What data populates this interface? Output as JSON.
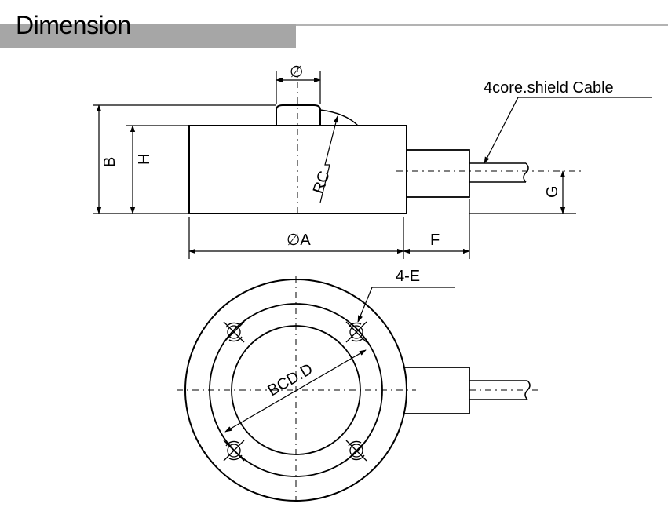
{
  "header": {
    "title": "Dimension",
    "bar_color": "#a6a6a6"
  },
  "labels": {
    "phi_top": "∅",
    "cable": "4core.shield Cable",
    "b": "B",
    "h": "H",
    "rc": "RC",
    "g": "G",
    "diameter_a": "∅A",
    "f": "F",
    "holes": "4-E",
    "bcd": "BCD.D"
  }
}
